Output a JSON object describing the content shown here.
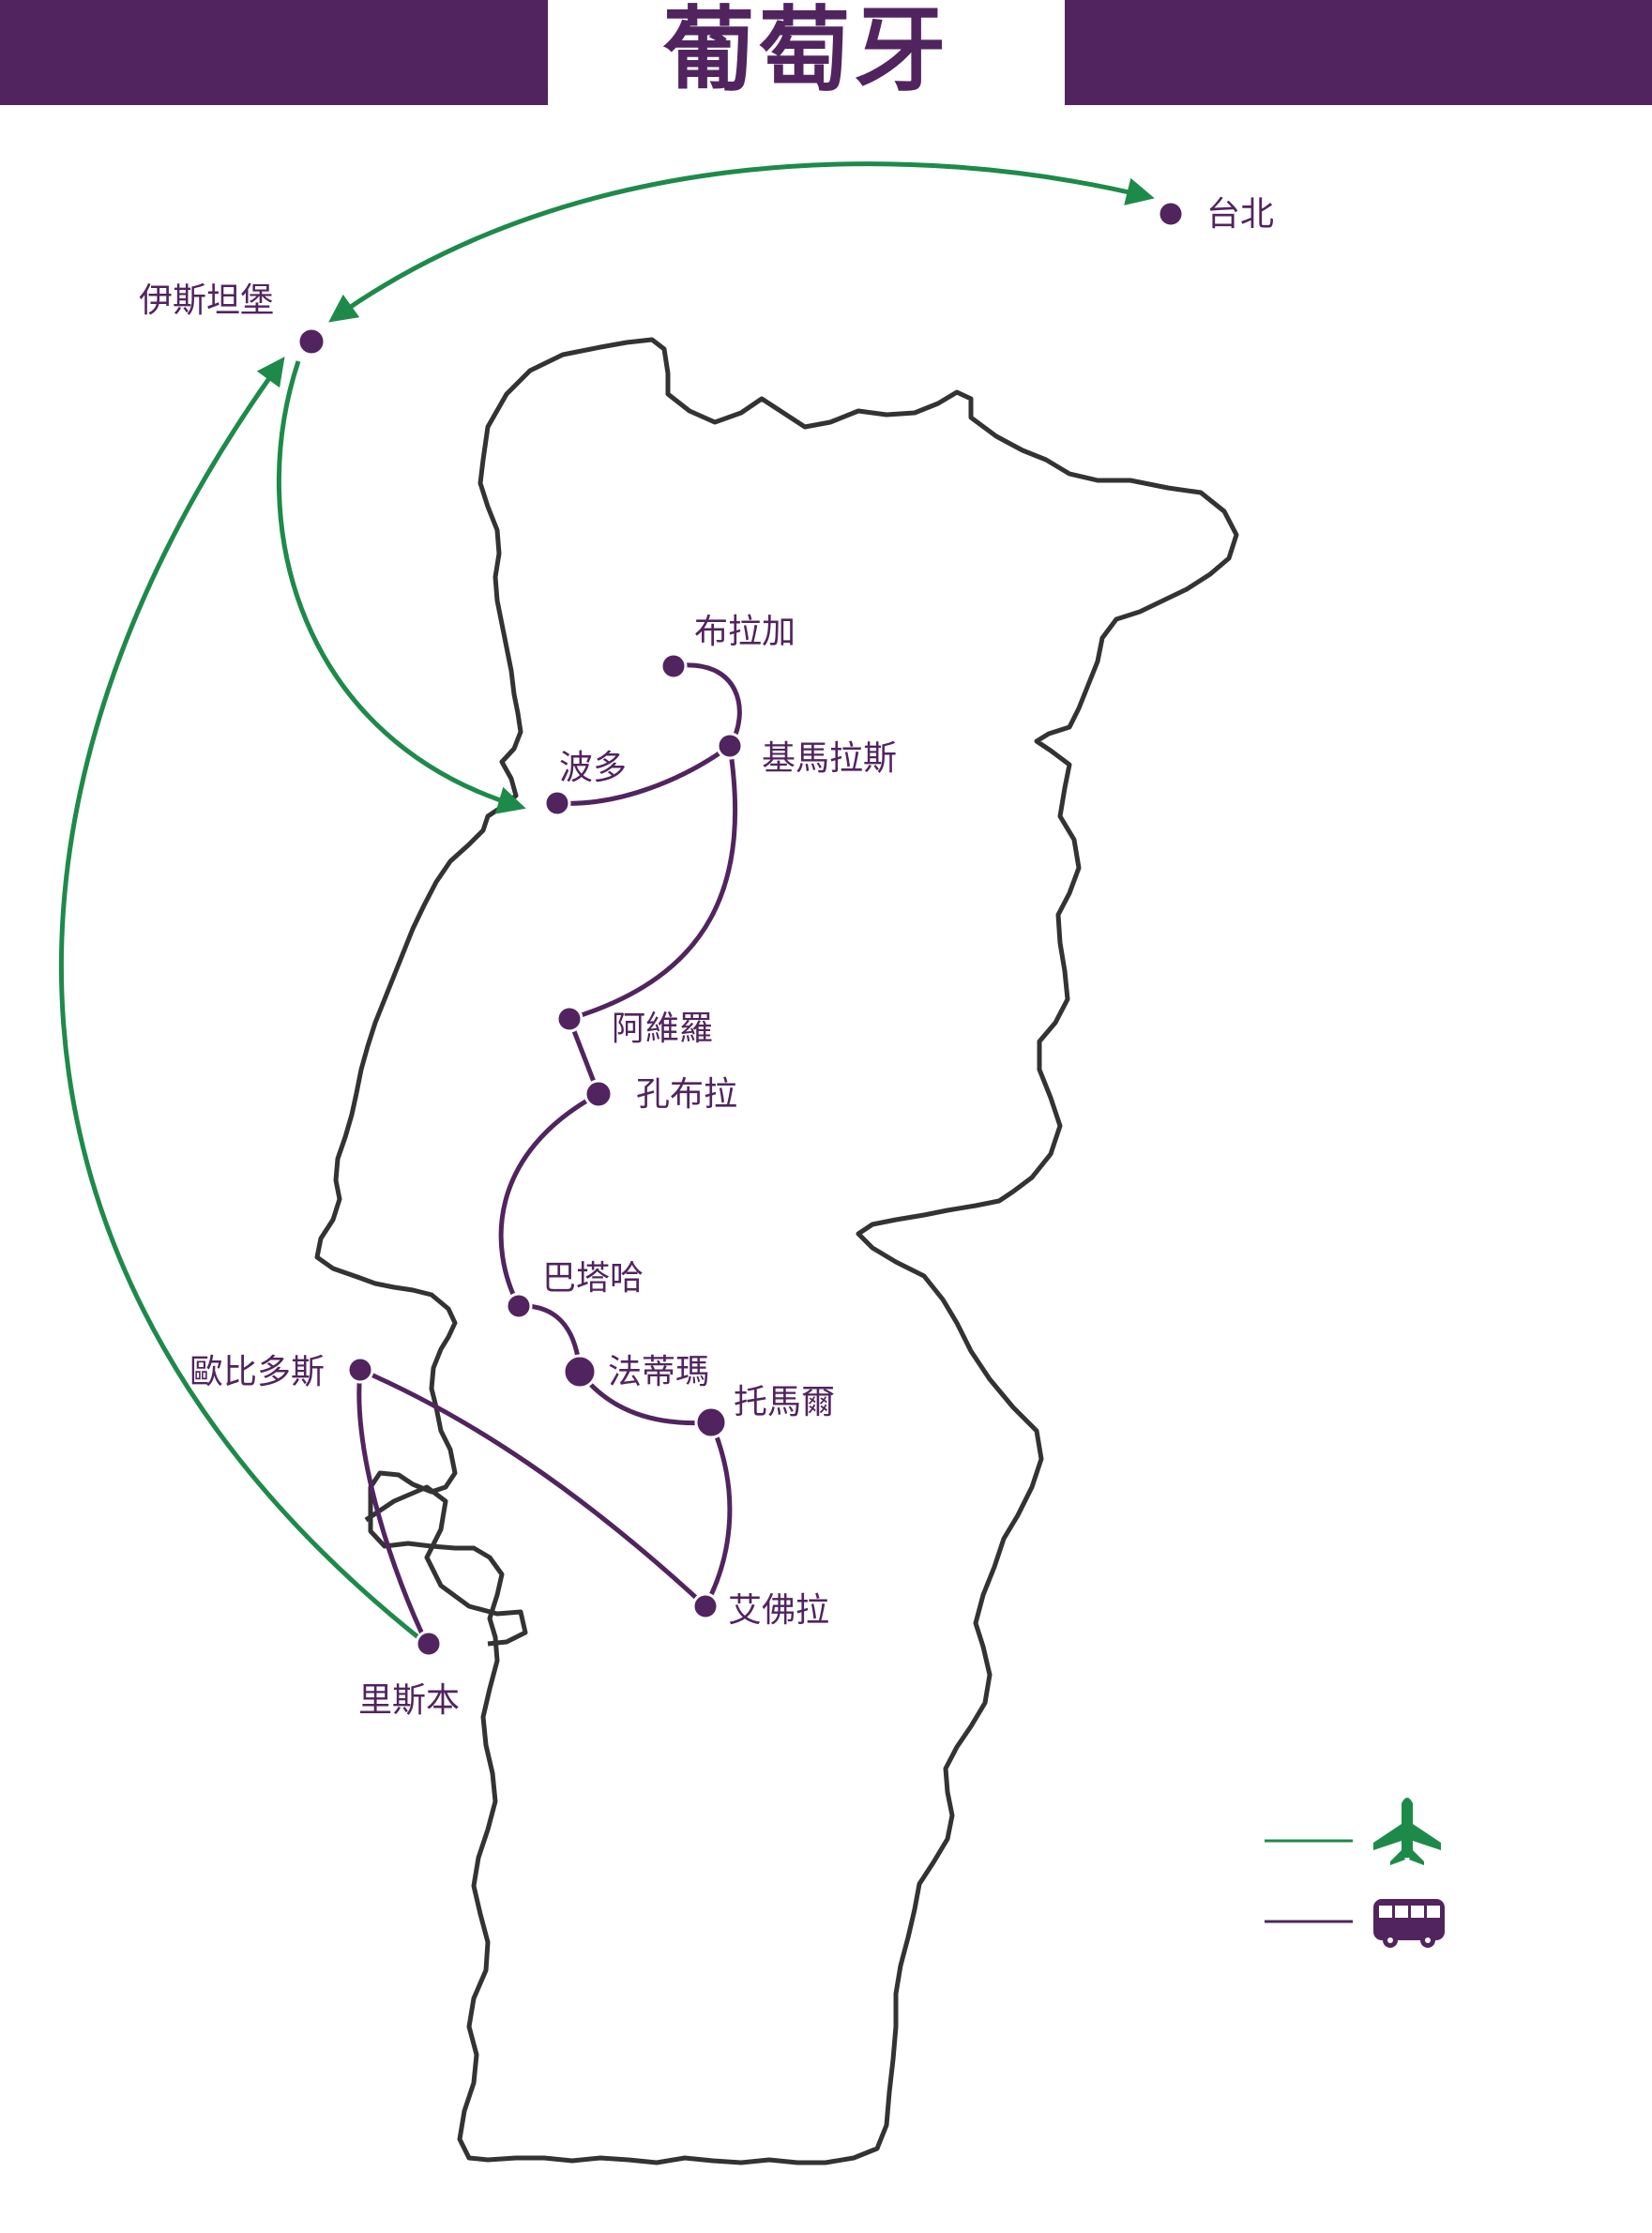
{
  "title": "葡萄牙",
  "colors": {
    "brand": "#51245f",
    "flight": "#1e8a4a",
    "bus": "#51245f",
    "coast": "#333333"
  },
  "cities": {
    "taipei": "台北",
    "istanbul": "伊斯坦堡",
    "braga": "布拉加",
    "guimaraes": "基馬拉斯",
    "porto": "波多",
    "aveiro": "阿維羅",
    "coimbra": "孔布拉",
    "batalha": "巴塔哈",
    "fatima": "法蒂瑪",
    "tomar": "托馬爾",
    "obidos": "歐比多斯",
    "evora": "艾佛拉",
    "lisbon": "里斯本"
  },
  "routes": {
    "flight": [
      [
        "istanbul",
        "taipei"
      ],
      [
        "istanbul",
        "porto"
      ],
      [
        "lisbon",
        "istanbul"
      ]
    ],
    "bus": [
      [
        "braga",
        "guimaraes"
      ],
      [
        "guimaraes",
        "porto"
      ],
      [
        "guimaraes",
        "aveiro"
      ],
      [
        "aveiro",
        "coimbra"
      ],
      [
        "coimbra",
        "batalha"
      ],
      [
        "batalha",
        "fatima"
      ],
      [
        "fatima",
        "tomar"
      ],
      [
        "tomar",
        "evora"
      ],
      [
        "evora",
        "obidos"
      ],
      [
        "obidos",
        "lisbon"
      ]
    ]
  },
  "legend": [
    {
      "mode": "flight",
      "icon": "airplane-icon"
    },
    {
      "mode": "bus",
      "icon": "bus-icon"
    }
  ]
}
